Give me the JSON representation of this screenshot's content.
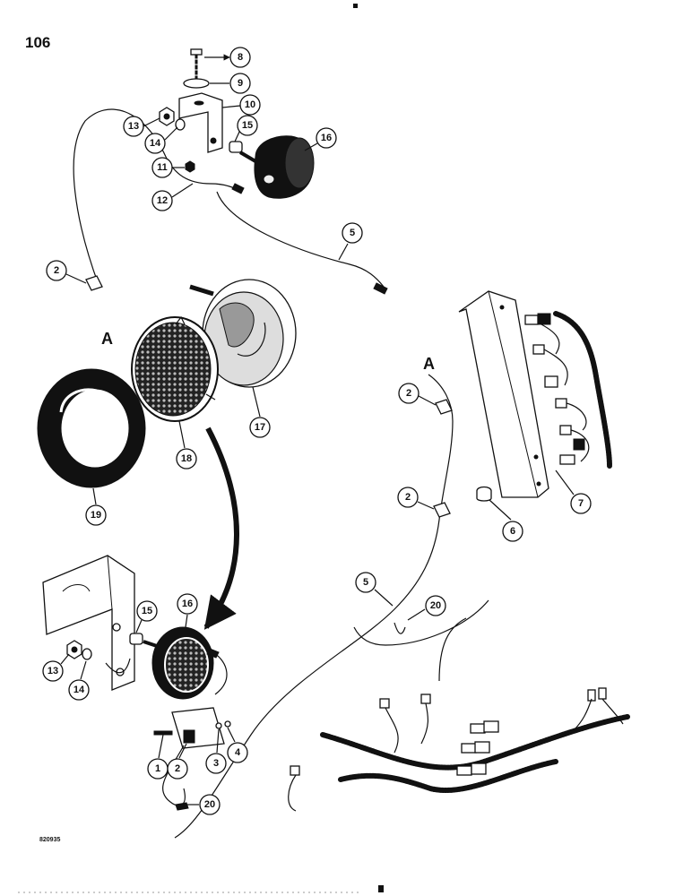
{
  "page": {
    "number": "106",
    "ref_code": "820935"
  },
  "markers": {
    "a_upper": "A",
    "a_right": "A"
  },
  "callouts": {
    "c1": "1",
    "c2a": "2",
    "c2b": "2",
    "c2c": "2",
    "c2d": "2",
    "c3": "3",
    "c4": "4",
    "c5a": "5",
    "c5b": "5",
    "c6": "6",
    "c7": "7",
    "c8": "8",
    "c9": "9",
    "c10": "10",
    "c11": "11",
    "c12": "12",
    "c13a": "13",
    "c13b": "13",
    "c14a": "14",
    "c14b": "14",
    "c15a": "15",
    "c15b": "15",
    "c16a": "16",
    "c16b": "16",
    "c17": "17",
    "c18": "18",
    "c19": "19",
    "c20a": "20",
    "c20b": "20"
  },
  "icons": [
    "arrow-icon",
    "lamp-icon",
    "bracket-icon",
    "harness-icon"
  ]
}
